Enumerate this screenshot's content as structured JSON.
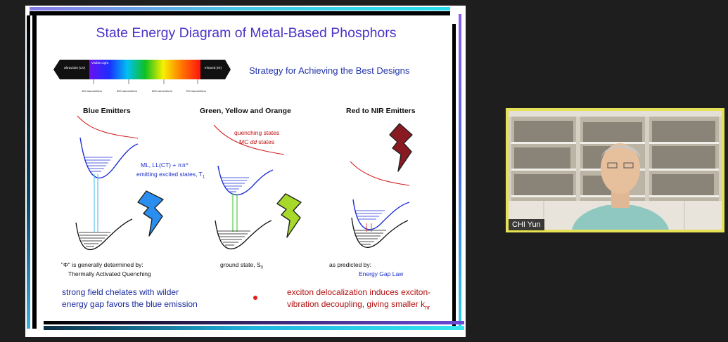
{
  "slide": {
    "title": "State Energy Diagram of Metal-Based Phosphors",
    "strategy": "Strategy for Achieving the Best Designs",
    "spectrum": {
      "uv_label": "Ultraviolet (UV)",
      "visible_label": "Visible Light",
      "ir_label": "Infrared (IR)",
      "ticks": [
        "400 nanometers",
        "500 nanometers",
        "600 nanometers",
        "700 nanometers"
      ]
    },
    "columns": {
      "blue": "Blue Emitters",
      "green": "Green, Yellow and Orange",
      "red": "Red to NIR Emitters"
    },
    "annotations": {
      "quenching_1": "quenching states",
      "quenching_2_prefix": "MC ",
      "quenching_2_italic": "dd",
      "quenching_2_suffix": " states",
      "emitting_1": "ML, LL(CT) + ππ*",
      "emitting_2": "emitting excited states, T",
      "emitting_2_sub": "1",
      "phi_1": "\"Φ\" is generally determined by:",
      "phi_2": "Thermally Activated Quenching",
      "ground": "ground state, S",
      "ground_sub": "0",
      "predicted": "as predicted by:",
      "energy_gap": "Energy Gap Law"
    },
    "bottom_left": [
      "strong field chelates with wilder",
      "energy gap favors the blue emission"
    ],
    "bottom_right_1": "exciton delocalization induces exciton-",
    "bottom_right_2": "vibration decoupling, giving smaller k",
    "bottom_right_sub": "nr"
  },
  "video": {
    "participant_name": "CHI Yun"
  },
  "colors": {
    "title": "#4a35c8",
    "blue_bolt": "#2a8ef0",
    "green_bolt": "#a6d92a",
    "red_bolt": "#8a1a22",
    "quenching": "#d01818",
    "video_border": "#e6e257"
  }
}
